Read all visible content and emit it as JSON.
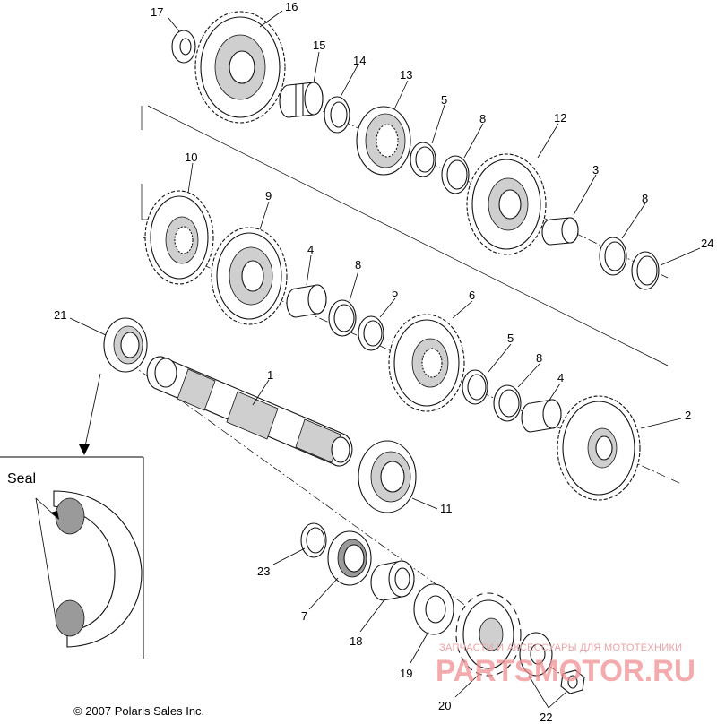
{
  "diagram": {
    "callouts": [
      {
        "id": "c17",
        "label": "17"
      },
      {
        "id": "c16",
        "label": "16"
      },
      {
        "id": "c15",
        "label": "15"
      },
      {
        "id": "c14",
        "label": "14"
      },
      {
        "id": "c13",
        "label": "13"
      },
      {
        "id": "c5a",
        "label": "5"
      },
      {
        "id": "c8a",
        "label": "8"
      },
      {
        "id": "c12",
        "label": "12"
      },
      {
        "id": "c3",
        "label": "3"
      },
      {
        "id": "c8b",
        "label": "8"
      },
      {
        "id": "c24",
        "label": "24"
      },
      {
        "id": "c10",
        "label": "10"
      },
      {
        "id": "c9",
        "label": "9"
      },
      {
        "id": "c4a",
        "label": "4"
      },
      {
        "id": "c8c",
        "label": "8"
      },
      {
        "id": "c5b",
        "label": "5"
      },
      {
        "id": "c6",
        "label": "6"
      },
      {
        "id": "c21",
        "label": "21"
      },
      {
        "id": "c1",
        "label": "1"
      },
      {
        "id": "c5c",
        "label": "5"
      },
      {
        "id": "c8d",
        "label": "8"
      },
      {
        "id": "c4b",
        "label": "4"
      },
      {
        "id": "c2",
        "label": "2"
      },
      {
        "id": "c11",
        "label": "11"
      },
      {
        "id": "c23",
        "label": "23"
      },
      {
        "id": "c7",
        "label": "7"
      },
      {
        "id": "c18",
        "label": "18"
      },
      {
        "id": "c19",
        "label": "19"
      },
      {
        "id": "c20",
        "label": "20"
      },
      {
        "id": "c22",
        "label": "22"
      }
    ],
    "inset_label": "Seal",
    "copyright": "© 2007 Polaris Sales Inc.",
    "watermark_top": "ЗАПЧАСТИ И АКСЕССУАРЫ ДЛЯ МОТОТЕХНИКИ",
    "watermark_logo": "PARTSMOTOR.RU"
  }
}
